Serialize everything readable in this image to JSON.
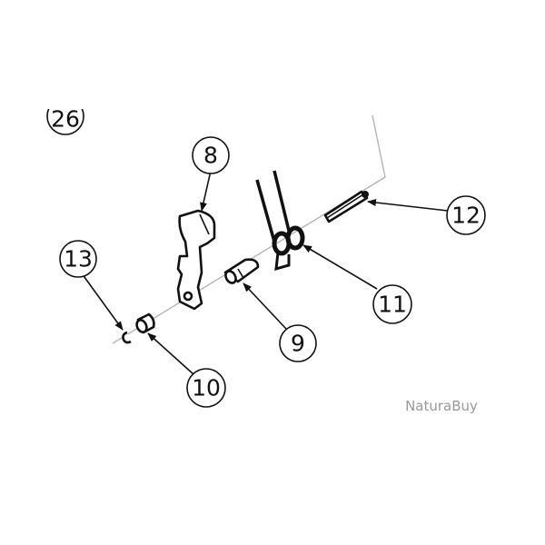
{
  "callouts": {
    "c26": "26",
    "c8": "8",
    "c12": "12",
    "c13": "13",
    "c11": "11",
    "c9": "9",
    "c10": "10"
  },
  "watermark": "NaturaBuy",
  "colors": {
    "line": "#111111",
    "axis": "#b5b5b5",
    "watermark": "#9a9a9a"
  }
}
